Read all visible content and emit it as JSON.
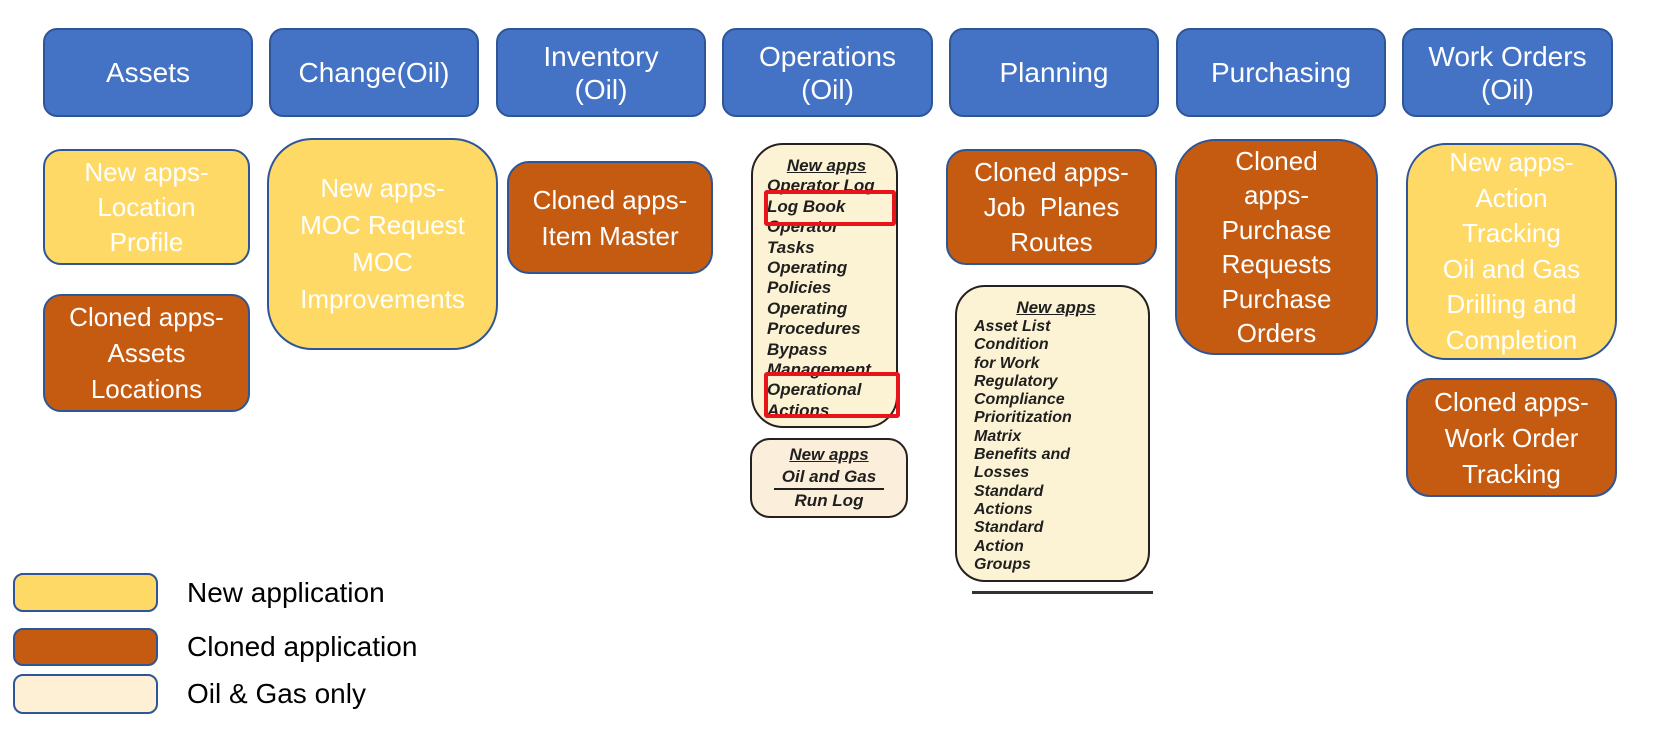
{
  "colors": {
    "header_blue": "#4472C4",
    "border_blue": "#2E5697",
    "new_app_yellow": "#FFD966",
    "cloned_app_orange": "#C55A11",
    "oil_gas_cream": "#FCF3D4",
    "highlight_red": "#E8141B",
    "text_white": "#FFFFFF",
    "text_dark": "#1F1F1F"
  },
  "columns": {
    "assets": {
      "header": "Assets",
      "new_apps": "New apps-\nLocation\nProfile",
      "cloned_apps": "Cloned apps-\nAssets\nLocations"
    },
    "change": {
      "header": "Change(Oil)",
      "new_apps": "New apps-\nMOC Request\nMOC\nImprovements"
    },
    "inventory": {
      "header": "Inventory\n(Oil)",
      "cloned_apps": "Cloned apps-\nItem Master"
    },
    "operations": {
      "header": "Operations\n(Oil)",
      "new_apps_box": {
        "title": "New apps",
        "items": [
          "Operator Log",
          "Log Book",
          "Operator",
          "Tasks",
          "Operating",
          "Policies",
          "Operating",
          "Procedures",
          "Bypass",
          "Management",
          "Operational",
          "Actions"
        ],
        "highlighted": [
          "Log Book",
          "Operational Actions"
        ]
      },
      "oil_gas_box": {
        "title": "New apps",
        "subtitle": "Oil and Gas",
        "item": "Run Log"
      }
    },
    "planning": {
      "header": "Planning",
      "cloned_apps": "Cloned apps-\nJob  Planes\nRoutes",
      "new_apps_box": {
        "title": "New apps",
        "items": [
          "Asset List",
          "Condition",
          "for Work",
          "Regulatory",
          "Compliance",
          "Prioritization",
          "Matrix",
          "Benefits and",
          "Losses",
          "Standard",
          "Actions",
          "Standard",
          "Action",
          "Groups"
        ]
      }
    },
    "purchasing": {
      "header": "Purchasing",
      "cloned_apps": "Cloned\napps-\nPurchase\nRequests\nPurchase\nOrders"
    },
    "work_orders": {
      "header": "Work Orders\n(Oil)",
      "new_apps": "New apps-\nAction\nTracking\nOil and Gas\nDrilling and\nCompletion",
      "cloned_apps": "Cloned apps-\nWork Order\nTracking"
    }
  },
  "legend": {
    "items": [
      {
        "label": "New application",
        "color": "#FFD966"
      },
      {
        "label": "Cloned application",
        "color": "#C55A11"
      },
      {
        "label": "Oil & Gas only",
        "color": "#FDF0D5"
      }
    ]
  }
}
